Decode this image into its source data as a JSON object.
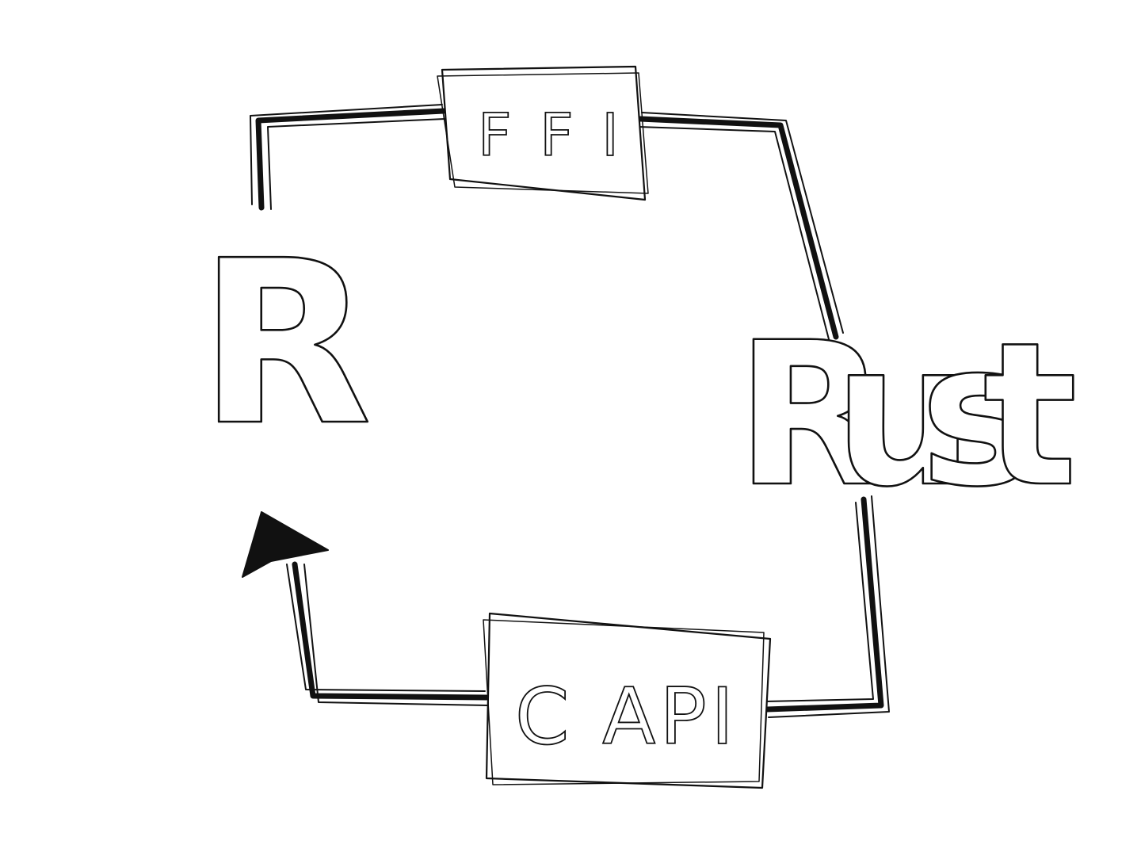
{
  "diagram": {
    "nodes": {
      "r": {
        "label": "R"
      },
      "rust": {
        "label": "Rust"
      },
      "ffi": {
        "label": "FFI"
      },
      "capi": {
        "label": "C API"
      }
    },
    "edges": [
      {
        "from": "r",
        "to": "ffi"
      },
      {
        "from": "ffi",
        "to": "rust"
      },
      {
        "from": "rust",
        "to": "capi"
      },
      {
        "from": "capi",
        "to": "r",
        "arrow": true
      }
    ],
    "stroke_color": "#111111",
    "background_color": "#ffffff"
  }
}
